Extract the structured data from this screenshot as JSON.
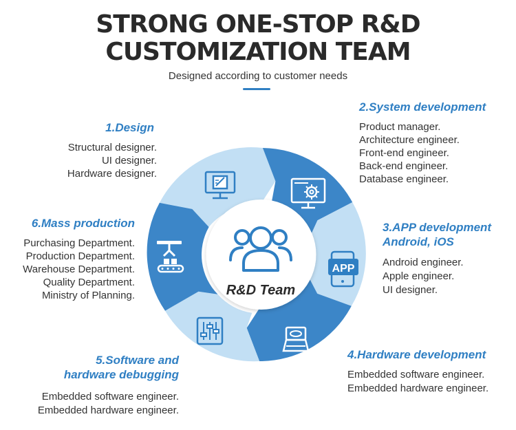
{
  "title_line1": "STRONG ONE-STOP R&D",
  "title_line2": "CUSTOMIZATION TEAM",
  "subtitle": "Designed according to customer needs",
  "center_label": "R&D Team",
  "colors": {
    "dark_blue": "#3c86c8",
    "light_blue": "#c2dff4",
    "accent": "#2f7fc3",
    "text": "#333333"
  },
  "stages": [
    {
      "heading": "1.Design",
      "icon": "design-monitor-icon",
      "items": [
        "Structural designer.",
        "UI designer.",
        "Hardware designer."
      ]
    },
    {
      "heading": "2.System development",
      "icon": "gear-monitor-icon",
      "items": [
        "Product manager.",
        "Architecture engineer.",
        "Front-end engineer.",
        "Back-end engineer.",
        "Database engineer."
      ]
    },
    {
      "heading_lines": [
        "3.APP development",
        "Android, iOS"
      ],
      "icon": "app-phone-icon",
      "icon_label": "APP",
      "items": [
        "Android engineer.",
        "Apple engineer.",
        "UI designer."
      ]
    },
    {
      "heading": "4.Hardware development",
      "icon": "hardware-chip-icon",
      "items": [
        "Embedded software engineer.",
        "Embedded hardware engineer."
      ]
    },
    {
      "heading_lines": [
        "5.Software and",
        "hardware debugging"
      ],
      "icon": "sliders-icon",
      "items": [
        "Embedded software engineer.",
        "Embedded hardware engineer."
      ]
    },
    {
      "heading": "6.Mass production",
      "icon": "assembly-line-icon",
      "items": [
        "Purchasing Department.",
        "Production Department.",
        "Warehouse Department.",
        "Quality Department.",
        "Ministry of Planning."
      ]
    }
  ]
}
